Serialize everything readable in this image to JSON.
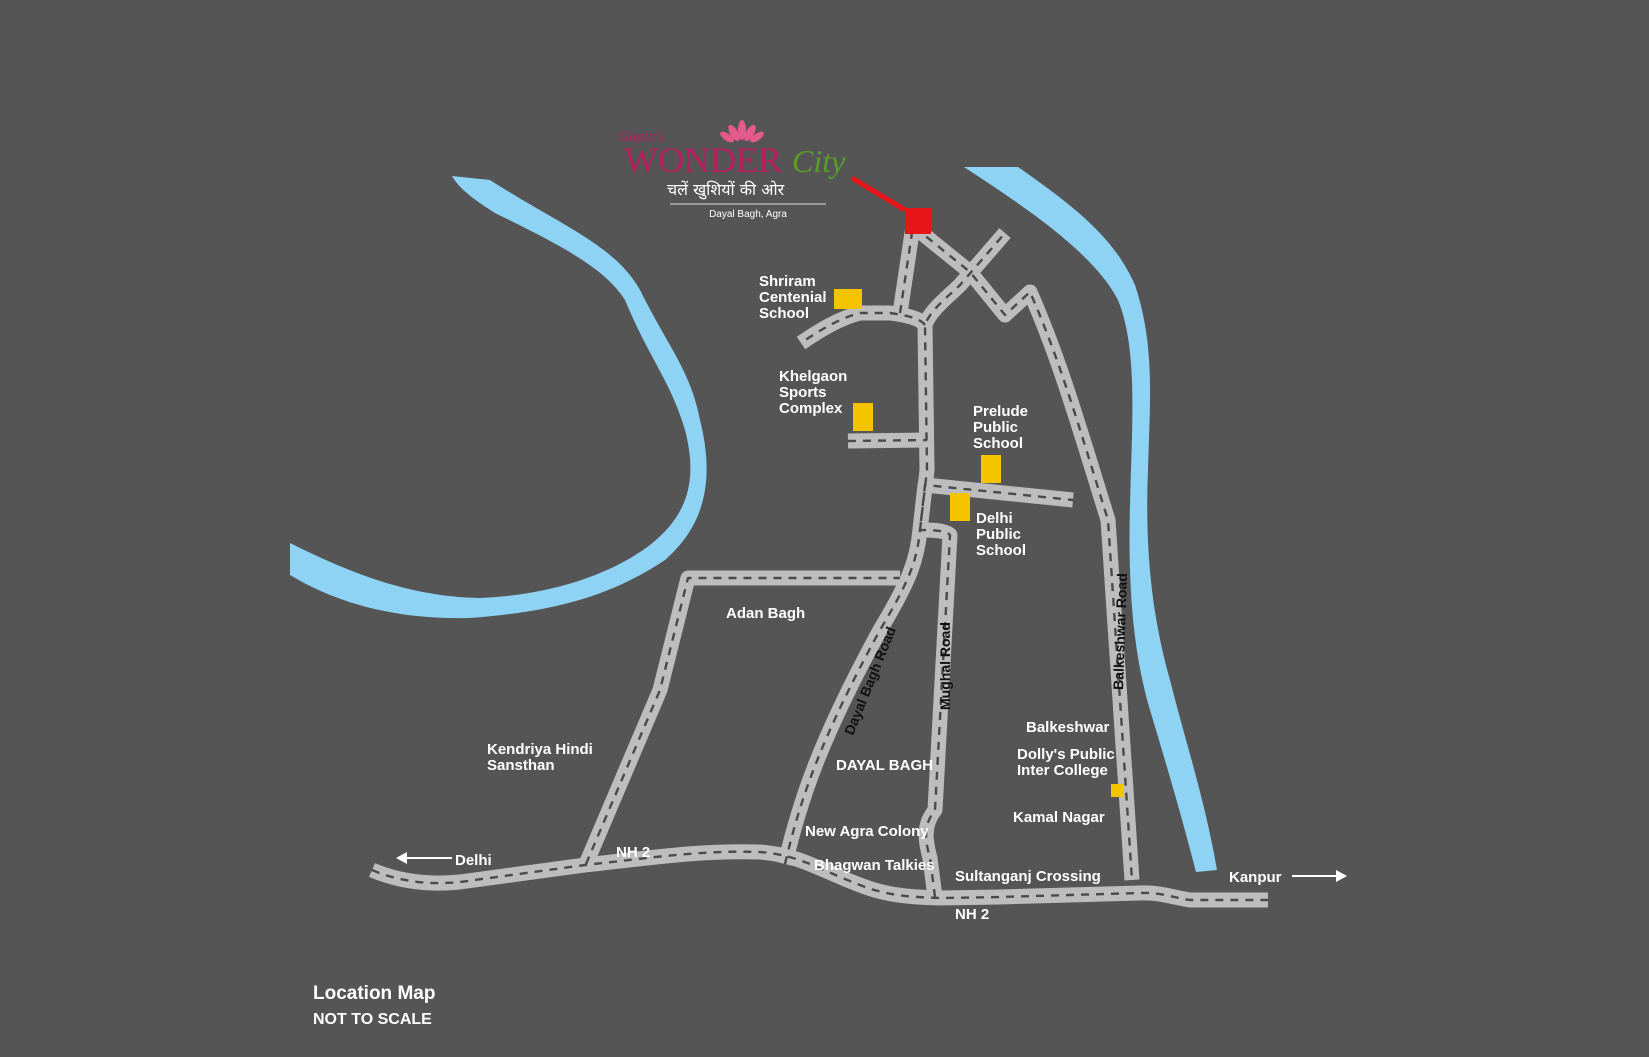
{
  "logo": {
    "brand_small": "Gupta's",
    "brand_main": "WONDER",
    "brand_city": "City",
    "tagline": "चलें खुशियों की ओर",
    "location": "Dayal Bagh, Agra"
  },
  "places": {
    "shriram": [
      "Shriram",
      "Centenial",
      "School"
    ],
    "khelgaon": [
      "Khelgaon",
      "Sports",
      "Complex"
    ],
    "prelude": [
      "Prelude",
      "Public",
      "School"
    ],
    "dps": [
      "Delhi",
      "Public",
      "School"
    ],
    "adan_bagh": "Adan Bagh",
    "kendriya": [
      "Kendriya Hindi",
      "Sansthan"
    ],
    "dayal_bagh": "DAYAL BAGH",
    "balkeshwar": "Balkeshwar",
    "dollys": [
      "Dolly's Public",
      "Inter College"
    ],
    "kamal_nagar": "Kamal Nagar",
    "new_agra_colony": "New Agra Colony",
    "bhagwan_talkies": "Bhagwan Talkies",
    "sultanganj": "Sultanganj Crossing"
  },
  "roads": {
    "dayal_bagh_road": "Dayal Bagh Road",
    "mughal_road": "Mughal Road",
    "balkeshwar_road": "Balkeshwar Road",
    "nh2_west": "NH 2",
    "nh2_east": "NH 2"
  },
  "directions": {
    "west": "Delhi",
    "east": "Kanpur"
  },
  "legend": {
    "title": "Location Map",
    "subtitle": "NOT TO SCALE"
  },
  "colors": {
    "background": "#555555",
    "road": "#bdbdbd",
    "river": "#8ed3f3",
    "landmark": "#f5c400",
    "site_marker": "#e8161b"
  }
}
